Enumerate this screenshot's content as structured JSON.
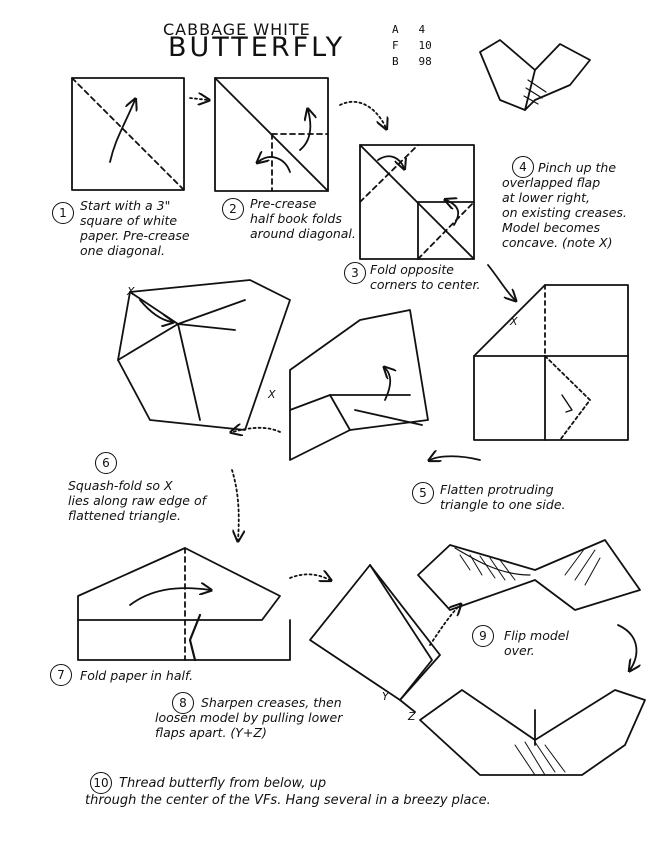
{
  "title": {
    "line1": "CABBAGE WHITE",
    "line2": "BUTTERFLY"
  },
  "ratings": [
    {
      "key": "A",
      "value": "4"
    },
    {
      "key": "F",
      "value": "10"
    },
    {
      "key": "B",
      "value": "98"
    }
  ],
  "steps": [
    {
      "num": "1",
      "lines": [
        "Start with a 3\"",
        "square of white",
        "paper. Pre-crease",
        "one diagonal."
      ]
    },
    {
      "num": "2",
      "lines": [
        "Pre-crease",
        "half book folds",
        "around diagonal."
      ]
    },
    {
      "num": "3",
      "lines": [
        "Fold opposite",
        "corners to center."
      ]
    },
    {
      "num": "4",
      "lines": [
        "Pinch up the",
        "overlapped flap",
        "at lower right,",
        "on existing creases.",
        "Model becomes",
        "concave. (note X)"
      ]
    },
    {
      "num": "5",
      "lines": [
        "Flatten protruding",
        "triangle to one side."
      ]
    },
    {
      "num": "6",
      "lines": [
        "Squash-fold so X",
        "lies along raw edge of",
        "flattened triangle."
      ]
    },
    {
      "num": "7",
      "lines": [
        "Fold paper in half."
      ]
    },
    {
      "num": "8",
      "lines": [
        "Sharpen creases, then",
        "loosen model by pulling lower",
        "flaps apart.  (Y+Z)"
      ]
    },
    {
      "num": "9",
      "lines": [
        "Flip model",
        "over."
      ]
    },
    {
      "num": "10",
      "lines": [
        "Thread butterfly from below, up",
        "through the center of the VFs.  Hang several in a breezy place."
      ]
    }
  ],
  "labels": {
    "x": "X",
    "y": "Y",
    "z": "Z"
  }
}
